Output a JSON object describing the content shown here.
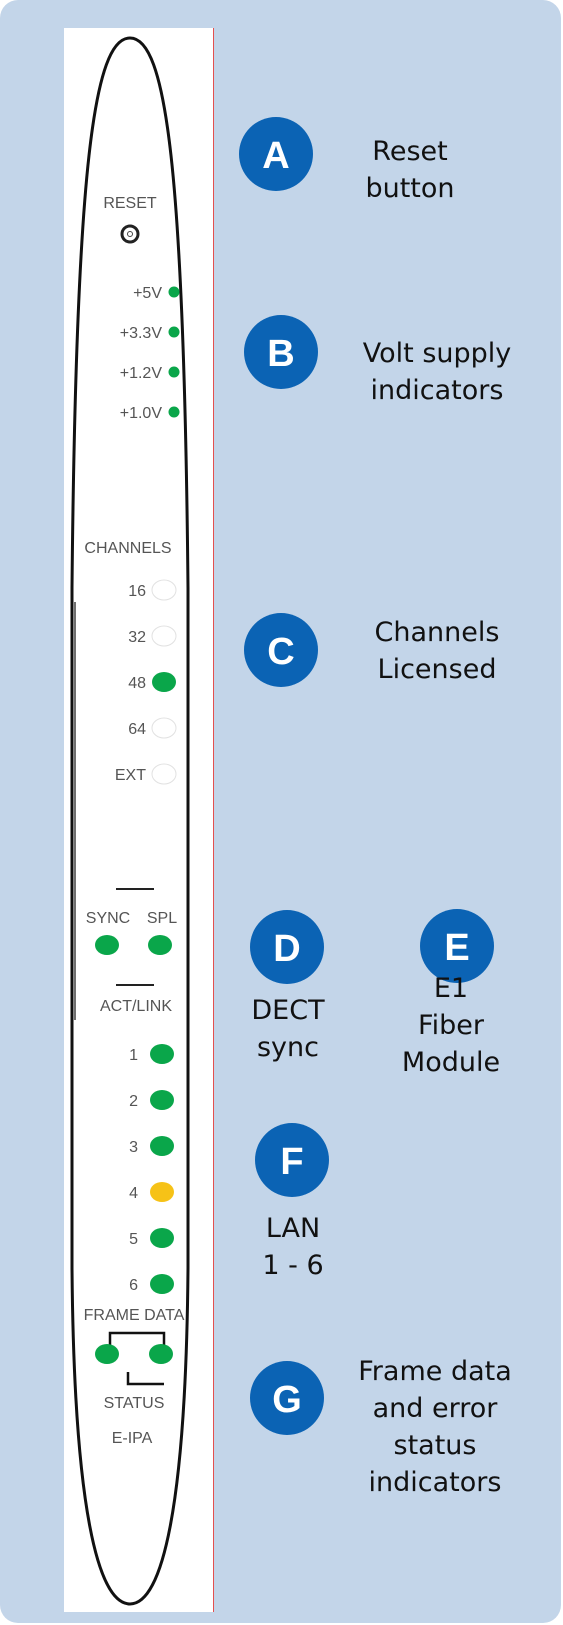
{
  "panel": {
    "reset_label": "RESET",
    "voltages": [
      "+5V",
      "+3.3V",
      "+1.2V",
      "+1.0V"
    ],
    "channels_label": "CHANNELS",
    "channels": [
      "16",
      "32",
      "48",
      "64",
      "EXT"
    ],
    "channels_lit": "48",
    "sync_label": "SYNC",
    "spl_label": "SPL",
    "act_link_label": "ACT/LINK",
    "ports": [
      "1",
      "2",
      "3",
      "4",
      "5",
      "6"
    ],
    "port_warning": "4",
    "frame_data_label": "FRAME DATA",
    "status_label": "STATUS",
    "model_label": "E-IPA"
  },
  "colors": {
    "background": "#c3d5e9",
    "badge": "#0b63b4",
    "led_green": "#0aa64a",
    "led_amber": "#f6c217",
    "led_off": "#ffffff"
  },
  "callouts": [
    {
      "letter": "A",
      "text": "Reset\nbutton"
    },
    {
      "letter": "B",
      "text": "Volt supply\nindicators"
    },
    {
      "letter": "C",
      "text": "Channels\nLicensed"
    },
    {
      "letter": "D",
      "text": "DECT\nsync"
    },
    {
      "letter": "E",
      "text": "E1\nFiber\nModule"
    },
    {
      "letter": "F",
      "text": "LAN\n1 - 6"
    },
    {
      "letter": "G",
      "text": "Frame data\nand error\nstatus\nindicators"
    }
  ]
}
